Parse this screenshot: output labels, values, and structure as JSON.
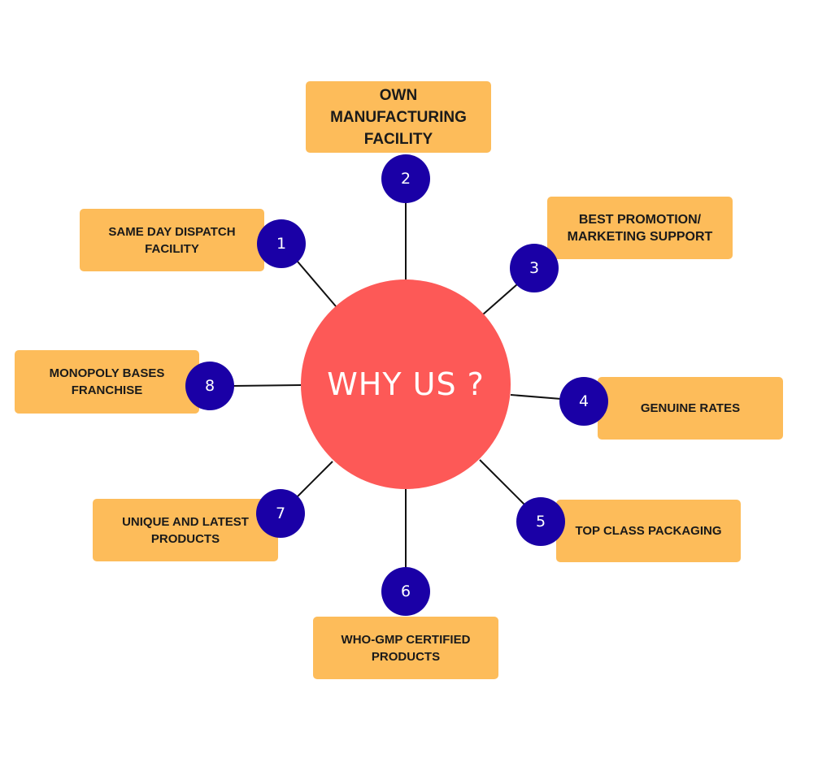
{
  "center": {
    "label": "WHY US ?"
  },
  "items": [
    {
      "number": "1",
      "label": "SAME DAY DISPATCH FACILITY"
    },
    {
      "number": "2",
      "label": "OWN MANUFACTURING FACILITY"
    },
    {
      "number": "3",
      "label": "BEST PROMOTION/ MARKETING SUPPORT"
    },
    {
      "number": "4",
      "label": "GENUINE RATES"
    },
    {
      "number": "5",
      "label": "TOP CLASS PACKAGING"
    },
    {
      "number": "6",
      "label": "WHO-GMP CERTIFIED PRODUCTS"
    },
    {
      "number": "7",
      "label": "UNIQUE AND LATEST PRODUCTS"
    },
    {
      "number": "8",
      "label": "MONOPOLY BASES FRANCHISE"
    }
  ],
  "colors": {
    "center_fill": "#fd5957",
    "box_fill": "#fdbc5a",
    "badge_fill": "#1a00a6",
    "line": "#111111"
  }
}
